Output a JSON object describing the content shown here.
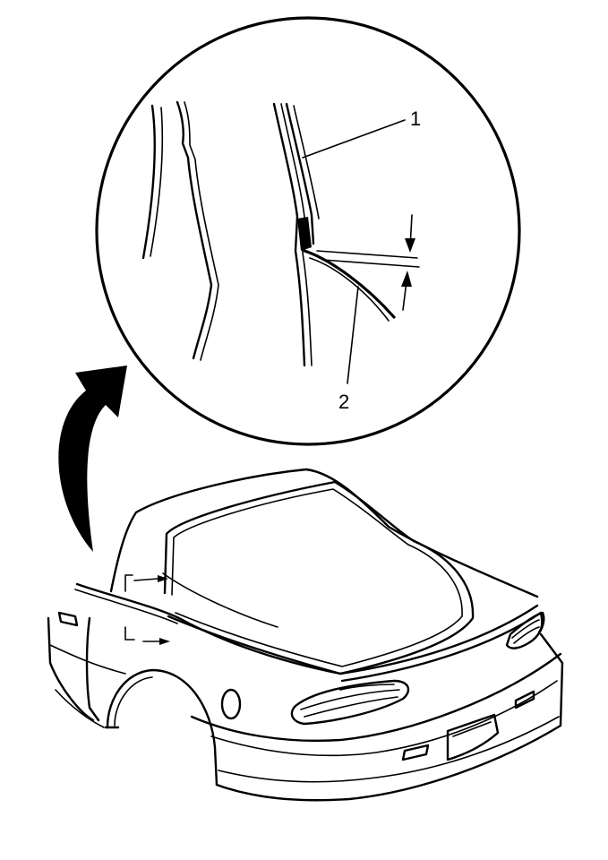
{
  "diagram": {
    "callouts": [
      {
        "id": "1",
        "text": "1"
      },
      {
        "id": "2",
        "text": "2"
      }
    ],
    "colors": {
      "line": "#000000",
      "background": "#ffffff"
    }
  }
}
